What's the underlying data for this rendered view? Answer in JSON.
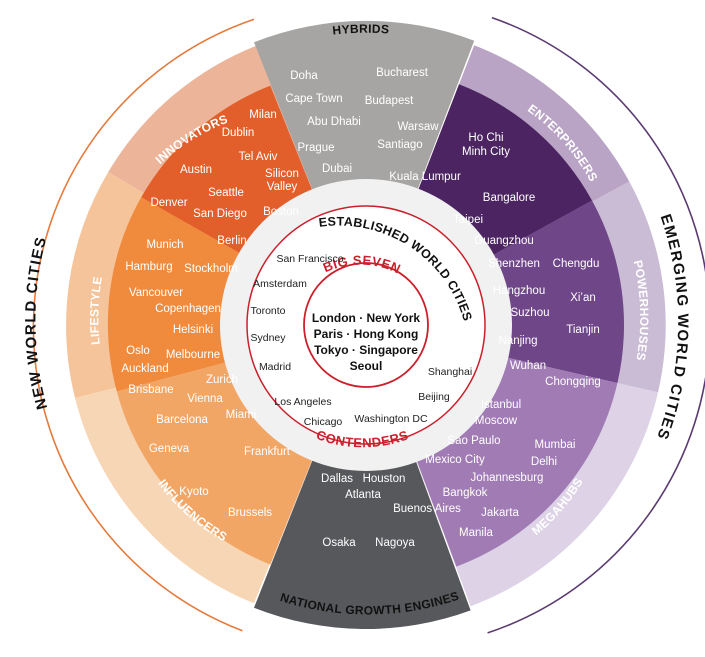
{
  "colors": {
    "hybrids": "#a7a5a4",
    "nge": "#57585b",
    "innovators": "#e25e2a",
    "lifestyle": "#f08a3c",
    "influencers": "#f2a666",
    "enterprisers": "#4b2461",
    "powerhouses": "#6f4688",
    "megahubs": "#a07bb4",
    "innovators_tab": "#ecb599",
    "lifestyle_tab": "#f5c49b",
    "influencers_tab": "#f7d6b6",
    "enterprisers_tab": "#b9a4c6",
    "powerhouses_tab": "#cbbcd5",
    "megahubs_tab": "#ddd2e6",
    "orange_line": "#e57a3c",
    "purple_line": "#5b3a72",
    "accent_red": "#cc1f2b"
  },
  "labels": {
    "hybrids": "HYBRIDS",
    "national_growth_engines": "NATIONAL GROWTH ENGINES",
    "innovators": "INNOVATORS",
    "lifestyle": "LIFESTYLE",
    "influencers": "INFLUENCERS",
    "enterprisers": "ENTERPRISERS",
    "powerhouses": "POWERHOUSES",
    "megahubs": "MEGAHUBS",
    "new_world_cities": "NEW  WORLD  CITIES",
    "emerging_world_cities": "EMERGING  WORLD  CITIES",
    "established_world_cities": "ESTABLISHED WORLD CITIES",
    "big_seven": "BIG SEVEN",
    "contenders": "CONTENDERS"
  },
  "big_seven": [
    "London · New York",
    "Paris · Hong Kong",
    "Tokyo · Singapore",
    "Seoul"
  ],
  "contenders": [
    "San Francisco",
    "Amsterdam",
    "Toronto",
    "Sydney",
    "Madrid",
    "Los Angeles",
    "Chicago",
    "Washington DC",
    "Beijing",
    "Shanghai"
  ],
  "segments": {
    "hybrids": [
      "Doha",
      "Bucharest",
      "Cape Town",
      "Budapest",
      "Abu Dhabi",
      "Warsaw",
      "Prague",
      "Santiago",
      "Dubai",
      "Kuala Lumpur"
    ],
    "innovators": [
      "Milan",
      "Dublin",
      "Tel Aviv",
      "Austin",
      "Silicon",
      "Valley",
      "Seattle",
      "Denver",
      "San Diego",
      "Boston"
    ],
    "lifestyle": [
      "Munich",
      "Berlin",
      "Hamburg",
      "Stockholm",
      "Vancouver",
      "Copenhagen",
      "Helsinki",
      "Oslo",
      "Melbourne",
      "Auckland",
      "Zurich",
      "Brisbane",
      "Vienna",
      "Barcelona",
      "Miami"
    ],
    "influencers": [
      "Geneva",
      "Frankfurt",
      "Kyoto",
      "Brussels"
    ],
    "national_growth_engines": [
      "Dallas",
      "Houston",
      "Atlanta",
      "Buenos Aires",
      "Osaka",
      "Nagoya"
    ],
    "enterprisers": [
      "Ho Chi",
      "Minh City",
      "Bangalore",
      "Taipei",
      "Guangzhou",
      "Shenzhen"
    ],
    "powerhouses": [
      "Chengdu",
      "Hangzhou",
      "Xi’an",
      "Suzhou",
      "Tianjin",
      "Nanjing",
      "Wuhan",
      "Chongqing"
    ],
    "megahubs": [
      "Istanbul",
      "Moscow",
      "Sao Paulo",
      "Mumbai",
      "Mexico City",
      "Delhi",
      "Johannesburg",
      "Bangkok",
      "Jakarta",
      "Manila"
    ]
  }
}
